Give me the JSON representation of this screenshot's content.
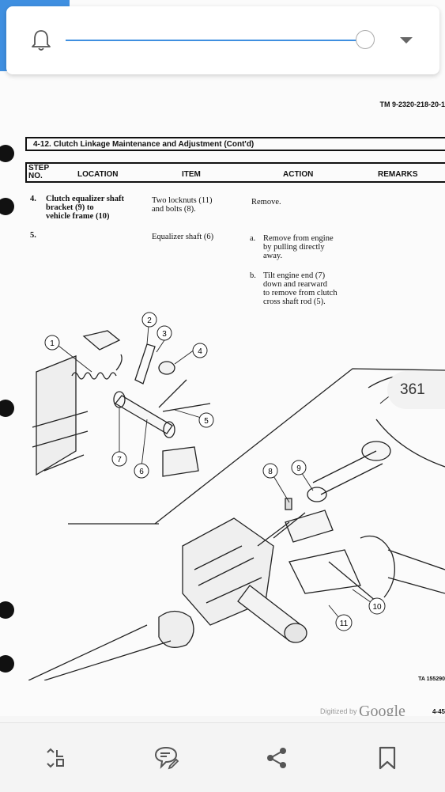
{
  "document": {
    "tm_number": "TM 9-2320-218-20-1",
    "section_title": "4-12.  Clutch Linkage Maintenance and Adjustment (Cont'd)",
    "columns": {
      "step_line1": "STEP",
      "step_line2": "NO.",
      "location": "LOCATION",
      "item": "ITEM",
      "action": "ACTION",
      "remarks": "REMARKS"
    },
    "rows": [
      {
        "step": "4.",
        "location_lines": [
          "Clutch equalizer shaft",
          "bracket (9) to",
          "vehicle frame (10)"
        ],
        "item_lines": [
          "Two locknuts (11)",
          "and bolts (8)."
        ],
        "action_lines": [
          "Remove."
        ]
      },
      {
        "step": "5.",
        "item_lines": [
          "Equalizer shaft (6)"
        ],
        "actions": [
          {
            "marker": "a.",
            "lines": [
              "Remove from engine",
              "by pulling directly",
              "away."
            ]
          },
          {
            "marker": "b.",
            "lines": [
              "Tilt engine end (7)",
              "down and rearward",
              "to remove from clutch",
              "cross shaft rod (5)."
            ]
          }
        ]
      }
    ],
    "callouts": [
      "1",
      "2",
      "3",
      "4",
      "5",
      "6",
      "7",
      "8",
      "9",
      "10",
      "11"
    ],
    "figure_id": "TA 155290",
    "digitized_by": "Digitized by",
    "google": "Google",
    "page_number": "4-45"
  },
  "overlay": {
    "bell_icon": "bell-icon",
    "slider_value": 0.95,
    "dropdown_icon": "chevron-down-icon",
    "page_badge": "361"
  },
  "toolbar": {
    "icons": [
      "collapse-icon",
      "comment-icon",
      "share-icon",
      "bookmark-icon"
    ]
  },
  "colors": {
    "accent": "#3f8fe0",
    "ink": "#111111",
    "toolbar_icon": "#555555"
  }
}
